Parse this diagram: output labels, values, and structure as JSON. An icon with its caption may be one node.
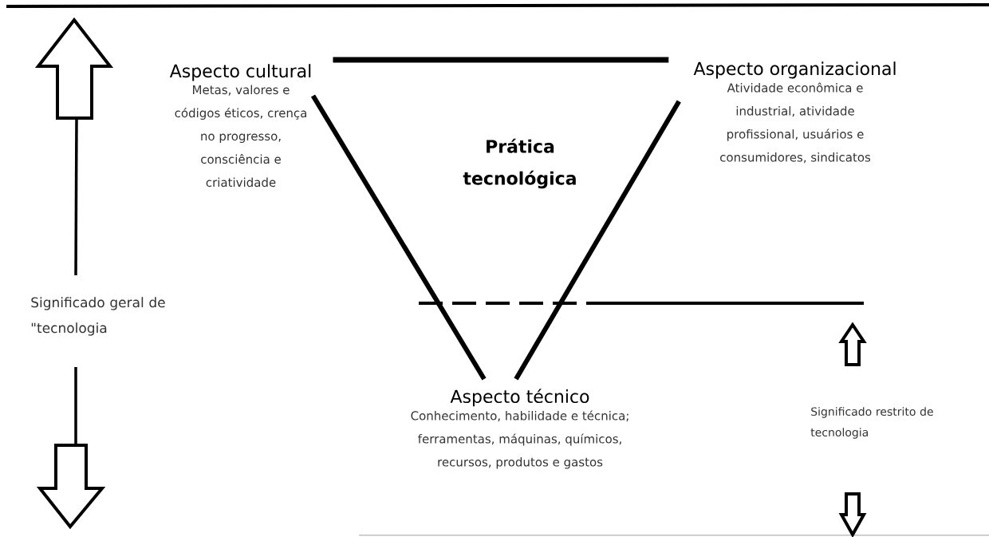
{
  "diagram": {
    "nodes": [
      {
        "text": [
          "Aspecto cultural",
          "Metas, valores e códigos éticos, crença no progresso, consciência e criatividade"
        ]
      },
      {
        "text": [
          "Aspecto organizacional",
          "Atividade econômica e industrial, atividade profissional, usuários e consumidores, sindicatos"
        ]
      },
      {
        "text": [
          "Prática tecnológica"
        ]
      },
      {
        "text": [
          "Aspecto técnico",
          "Conhecimento, habilidade e técnica; ferramentas, máquinas, químicos, recursos, produtos e gastos"
        ]
      }
    ],
    "edges": [
      {
        "from": 0,
        "to": 1,
        "arrow": "none"
      },
      {
        "from": 0,
        "to": 3,
        "arrow": "none"
      },
      {
        "from": 1,
        "to": 3,
        "arrow": "none"
      }
    ],
    "labels": [
      "Significado geral de \"tecnologia",
      "Significado restrito de tecnologia"
    ]
  }
}
